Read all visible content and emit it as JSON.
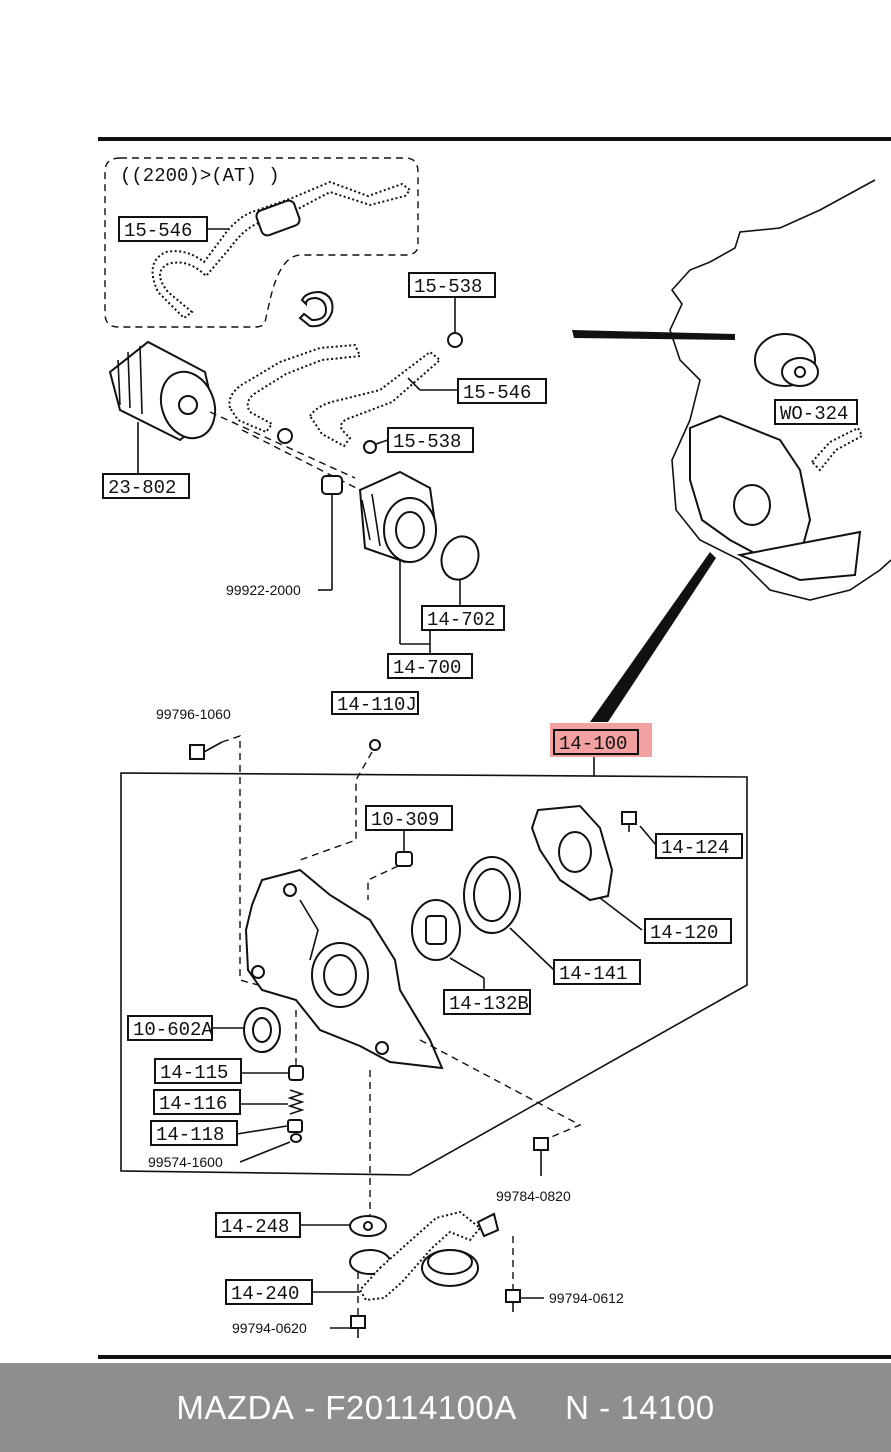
{
  "diagram": {
    "variant_note": "((2200)>(AT) )",
    "labels": {
      "hose_top": "15-546",
      "clamp_top": "15-538",
      "hose_mid": "15-546",
      "clamp_mid": "15-538",
      "oil_filter": "23-802",
      "nut": "99922-2000",
      "oil_cooler_gasket": "14-702",
      "oil_cooler": "14-700",
      "filter_ref": "WO-324",
      "oil_pump_assy": "14-100",
      "bolt_top": "99796-1060",
      "oring": "14-110J",
      "dowel": "10-309",
      "bolt_cover": "14-124",
      "pump_cover": "14-120",
      "outer_rotor": "14-141",
      "inner_rotor": "14-132B",
      "oil_seal": "10-602A",
      "plunger": "14-115",
      "spring": "14-116",
      "plug": "14-118",
      "plug_washer": "99574-1600",
      "bolt_right": "99784-0820",
      "strainer_gasket": "14-248",
      "strainer": "14-240",
      "bolt_strainer_right": "99794-0612",
      "bolt_strainer_left": "99794-0620"
    },
    "highlight_color": "#f2a0a0",
    "line_color": "#111111"
  },
  "footer": {
    "brand": "MAZDA",
    "part_number": "F20114100A",
    "ref": "N - 14100",
    "background": "#8e8e8e"
  }
}
